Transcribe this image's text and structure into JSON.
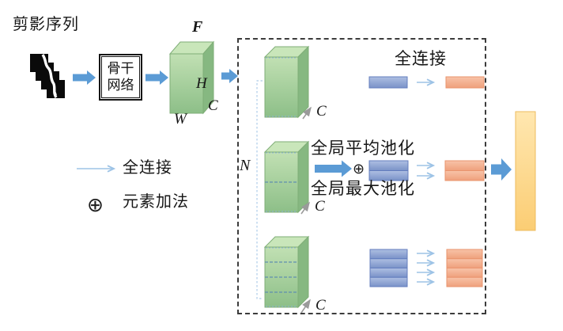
{
  "diagram": {
    "input_label": "剪影序列",
    "backbone": {
      "line1": "骨干",
      "line2": "网络"
    },
    "feature_map": {
      "name": "F",
      "height": "H",
      "width": "W",
      "channel": "C"
    },
    "partition": {
      "count": "N",
      "channel": "C"
    },
    "branches": {
      "fc_label": "全连接",
      "avg_pool_label": "全局平均池化",
      "max_pool_label": "全局最大池化",
      "add_symbol": "⊕"
    },
    "legend": {
      "fc_arrow_label": "全连接",
      "add_label": "元素加法",
      "add_symbol": "⊕"
    },
    "colors": {
      "cube_green": "#9cc996",
      "bar_blue": "#8faadc",
      "bar_orange": "#f2a887",
      "bar_yellow": "#fcd584",
      "thick_arrow_blue": "#5b9bd5",
      "thin_arrow_blue": "#9dc3e6",
      "gray_arrow": "#9a9a9a"
    }
  }
}
